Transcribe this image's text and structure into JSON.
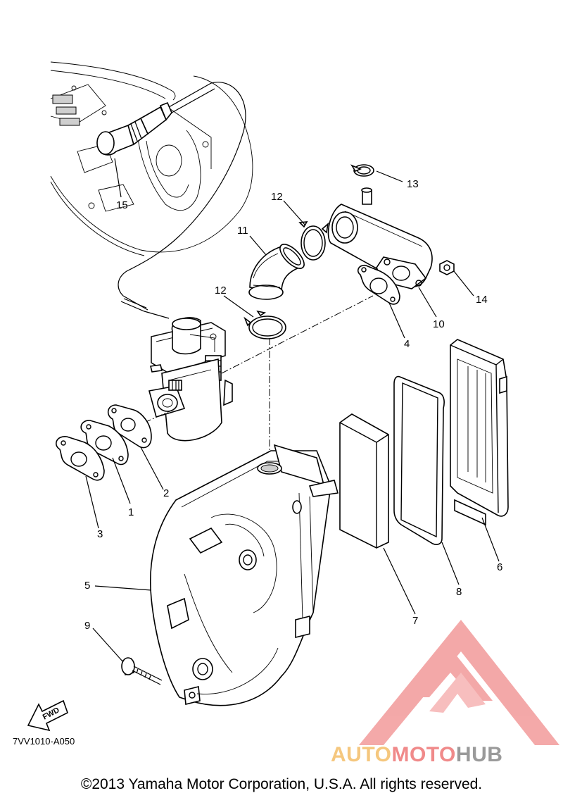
{
  "diagram": {
    "code": "7VV1010-A050",
    "fwd_label": "FWD",
    "copyright": "©2013 Yamaha Motor Corporation, U.S.A. All rights reserved.",
    "callouts": [
      "1",
      "2",
      "3",
      "4",
      "5",
      "6",
      "7",
      "8",
      "9",
      "10",
      "11",
      "12",
      "12",
      "13",
      "14",
      "15"
    ]
  },
  "watermark": {
    "part1": "AUTO",
    "part2": "MOTO",
    "part3": "HUB",
    "colors": {
      "auto": "#f5c77e",
      "moto": "#f08a8a",
      "hub": "#9a9a9a",
      "logo": "#f08a8a"
    }
  }
}
